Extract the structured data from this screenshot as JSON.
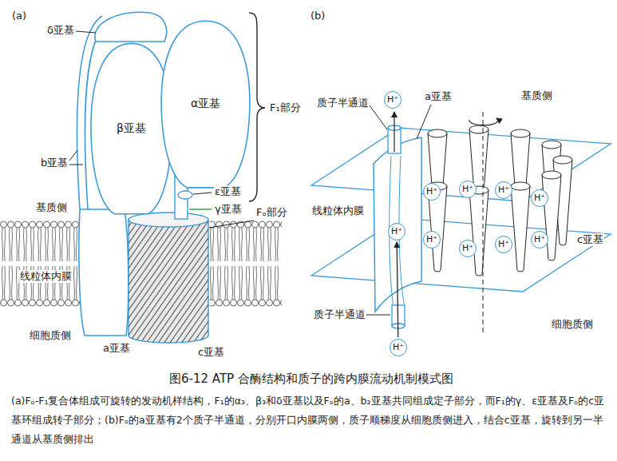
{
  "diagram": {
    "title": "图6-12 ATP 合酶结构和质子的跨内膜流动机制模式图",
    "caption": "(a)Fₒ-F₁复合体组成可旋转的发动机样结构，F₁的α₃、β₃和δ亚基以及Fₒ的a、b₂亚基共同组成定子部分，而F₁的γ、ε亚基及Fₒ的c亚基环组成转子部分；(b)Fₒ的a亚基有2个质子半通道，分别开口内膜两侧，质子顺梯度从细胞质侧进入，结合c亚基，旋转到另一半通道从基质侧排出",
    "nodes": [
      {
        "text": [
          "β亚基"
        ]
      },
      {
        "text": [
          "α亚基"
        ]
      },
      {
        "text": [
          "H⁺"
        ]
      },
      {
        "text": [
          "H⁺"
        ]
      },
      {
        "text": [
          "H⁺"
        ]
      },
      {
        "text": [
          "H⁺"
        ]
      },
      {
        "text": [
          "H⁺"
        ]
      },
      {
        "text": [
          "H⁺"
        ]
      },
      {
        "text": [
          "H⁺"
        ]
      },
      {
        "text": [
          "H⁺"
        ]
      },
      {
        "text": [
          "H⁺"
        ]
      },
      {
        "text": [
          "H⁺"
        ]
      },
      {
        "text": [
          "H⁺"
        ]
      }
    ],
    "edges": [
      {
        "from": 12,
        "to": 7,
        "arrow": "to"
      }
    ],
    "labels": [
      "(a)",
      "δ亚基",
      "b亚基",
      "基质侧",
      "线粒体内膜",
      "细胞质侧",
      "a亚基",
      "c亚基",
      "F₁部分",
      "ε亚基",
      "γ亚基",
      "Fₒ部分",
      "(b)",
      "质子半通道",
      "a亚基",
      "基质侧",
      "线粒体内膜",
      "c亚基",
      "质子半通道",
      "细胞质侧"
    ]
  }
}
